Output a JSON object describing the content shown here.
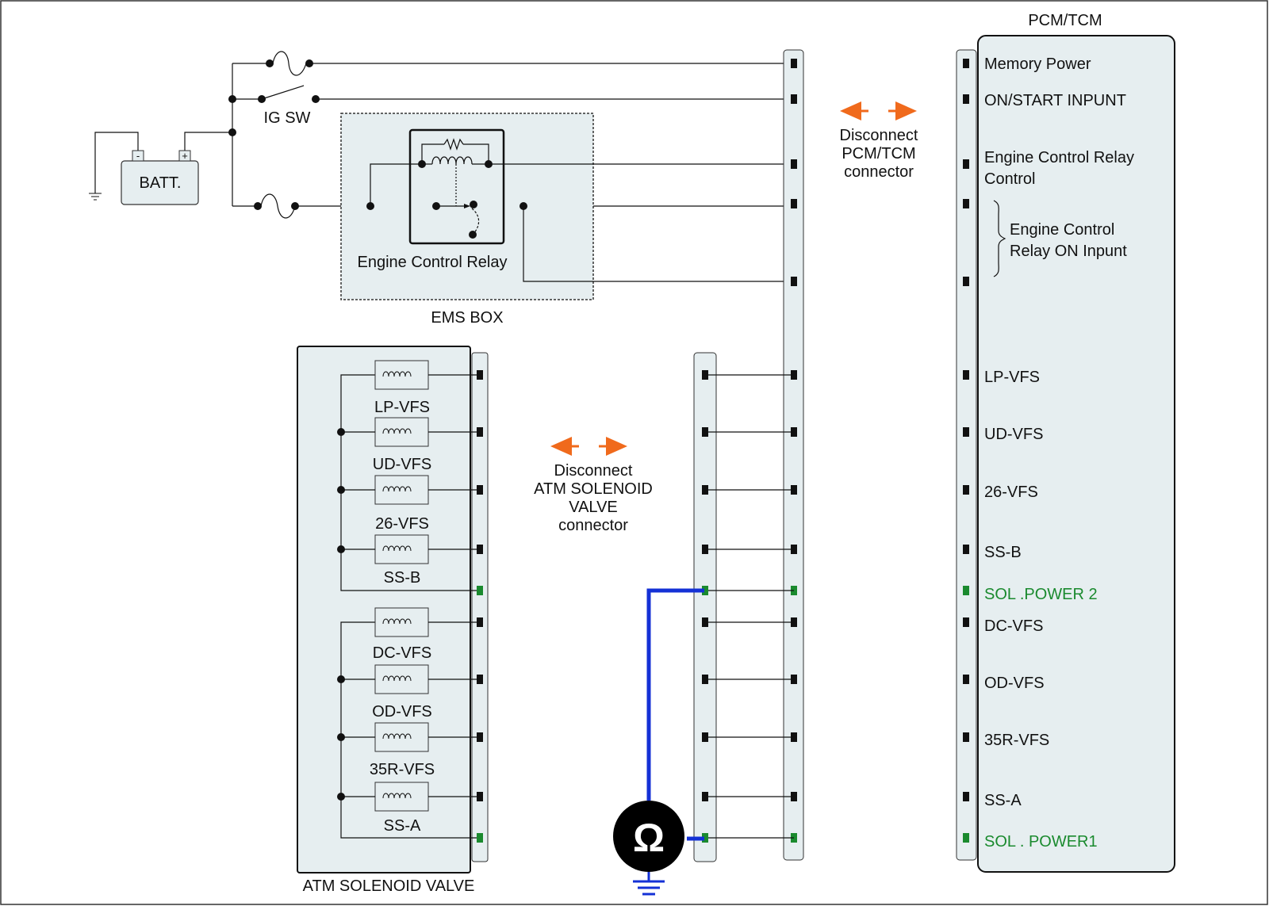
{
  "battery": {
    "label": "BATT.",
    "minus": "-",
    "plus": "+"
  },
  "ig_switch": {
    "label": "IG SW"
  },
  "ems_box": {
    "label": "EMS BOX",
    "relay_label": "Engine Control Relay"
  },
  "pcm": {
    "title": "PCM/TCM",
    "pins": [
      {
        "label": "Memory Power",
        "highlight": false
      },
      {
        "label": "ON/START  INPUNT",
        "highlight": false
      },
      {
        "label": "Engine Control Relay",
        "label2": "Control",
        "highlight": false
      },
      {
        "label": "Engine Control",
        "label2": "Relay ON Inpunt",
        "highlight": false
      },
      {
        "label": "LP-VFS",
        "highlight": false
      },
      {
        "label": "UD-VFS",
        "highlight": false
      },
      {
        "label": "26-VFS",
        "highlight": false
      },
      {
        "label": "SS-B",
        "highlight": false
      },
      {
        "label": "SOL .POWER 2",
        "highlight": true
      },
      {
        "label": "DC-VFS",
        "highlight": false
      },
      {
        "label": "OD-VFS",
        "highlight": false
      },
      {
        "label": "35R-VFS",
        "highlight": false
      },
      {
        "label": "SS-A",
        "highlight": false
      },
      {
        "label": "SOL . POWER1",
        "highlight": true
      }
    ]
  },
  "disconnect_pcm": {
    "line1": "Disconnect",
    "line2": "PCM/TCM",
    "line3": "connector"
  },
  "disconnect_atm": {
    "line1": "Disconnect",
    "line2": "ATM SOLENOID",
    "line3": "VALVE",
    "line4": "connector"
  },
  "solenoid": {
    "label": "ATM SOLENOID VALVE",
    "group1": [
      "LP-VFS",
      "UD-VFS",
      "26-VFS",
      "SS-B"
    ],
    "group2": [
      "DC-VFS",
      "OD-VFS",
      "35R-VFS",
      "SS-A"
    ]
  },
  "ohmmeter": {
    "symbol": "Ω"
  },
  "colors": {
    "wire": "#111111",
    "meter_wire": "#1431d6",
    "arrow": "#f06a1c",
    "highlight_pin": "#1a8a2e",
    "connector_fill": "#e6eef0"
  }
}
